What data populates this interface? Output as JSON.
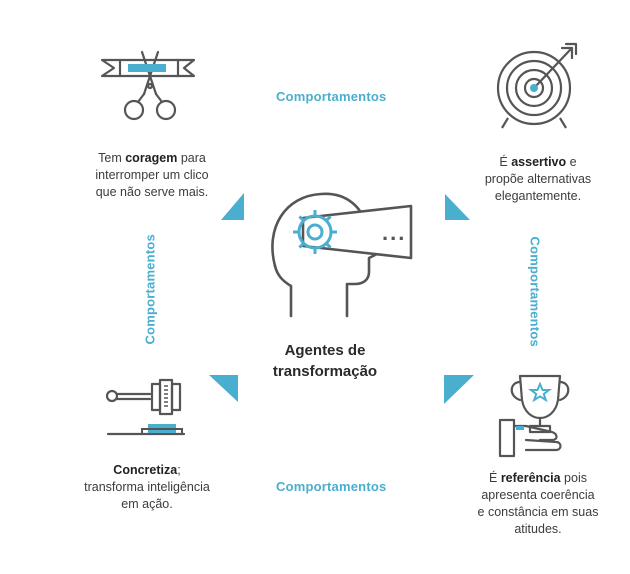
{
  "labels": {
    "top": "Comportamentos",
    "bottom": "Comportamentos",
    "left": "Comportamentos",
    "right": "Comportamentos"
  },
  "center": {
    "line1": "Agentes de",
    "line2": "transformação",
    "dots": "..."
  },
  "top_left": {
    "pre": "Tem ",
    "bold": "coragem",
    "post1": " para",
    "line2": "interromper um clico",
    "line3": "que não serve mais."
  },
  "top_right": {
    "pre": "É ",
    "bold": "assertivo",
    "post1": " e",
    "line2": "propõe alternativas",
    "line3": "elegantemente."
  },
  "bottom_left": {
    "bold": "Concretiza",
    "post1": ";",
    "line2": "transforma inteligência",
    "line3": "em ação."
  },
  "bottom_right": {
    "pre": "É ",
    "bold": "referência",
    "post1": " pois",
    "line2": "apresenta coerência",
    "line3": "e constância em suas",
    "line4": "atitudes."
  },
  "colors": {
    "accent": "#4aaecf",
    "line": "#555555"
  },
  "icons": [
    "scissors-ribbon-icon",
    "target-arrow-icon",
    "head-gear-icon",
    "gavel-icon",
    "trophy-hand-icon"
  ]
}
